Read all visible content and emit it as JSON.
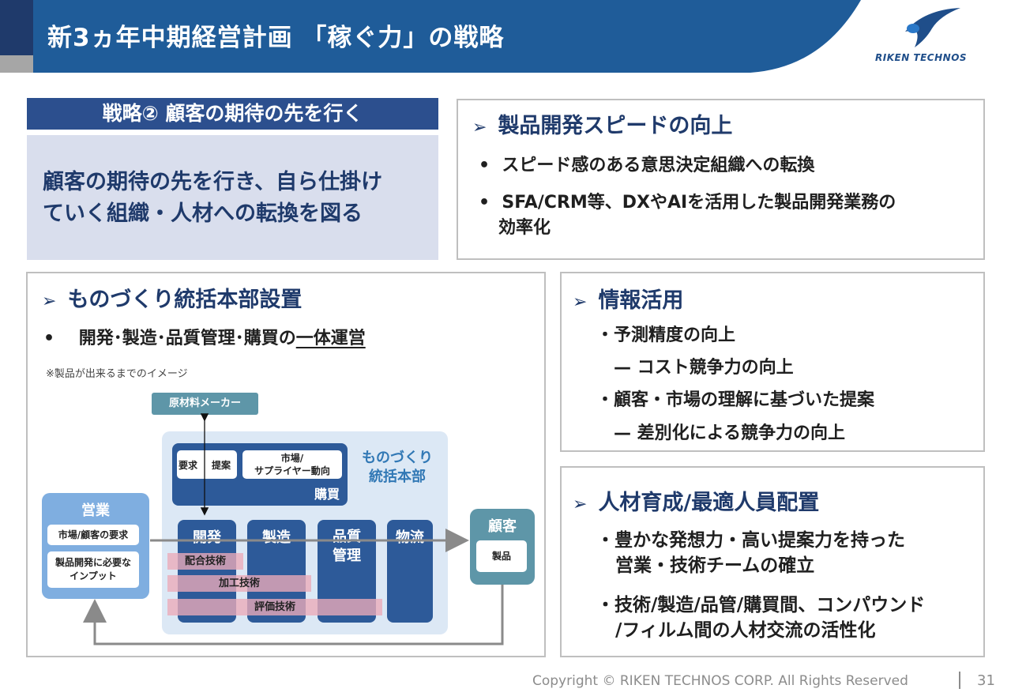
{
  "header": {
    "title": "新3ヵ年中期経営計画 「稼ぐ力」の戦略",
    "logo_text": "RIKEN TECHNOS",
    "logo_icon": "riken-swoosh-icon",
    "colors": {
      "bar": "#1f5c99",
      "strip": "#1f3a6b",
      "strip_gray": "#a6a6a6"
    }
  },
  "strategy": {
    "heading": "戦略② 顧客の期待の先を行く",
    "body_line1": "顧客の期待の先を行き、自ら仕掛け",
    "body_line2": "ていく組織・人材への転換を図る"
  },
  "speed": {
    "title": "製品開発スピードの向上",
    "bullet1": "スピード感のある意思決定組織への転換",
    "bullet2_line1": "SFA/CRM等、DXやAIを活用した製品開発業務の",
    "bullet2_line2": "効率化"
  },
  "mono": {
    "title": "ものづくり統括本部設置",
    "bullet_prefix": "開発･製造･品質管理･購買の",
    "bullet_underlined": "一体運営",
    "note": "※製品が出来るまでのイメージ"
  },
  "diagram": {
    "maker": "原材料メーカー",
    "hq_line1": "ものづくり",
    "hq_line2": "統括本部",
    "req": "要求",
    "prop": "提案",
    "market_line1": "市場/",
    "market_line2": "サプライヤー動向",
    "purchase": "購買",
    "sales": "営業",
    "sales_need": "市場/顧客の要求",
    "sales_input_line1": "製品開発に必要な",
    "sales_input_line2": "インプット",
    "dev": "開発",
    "mfg": "製造",
    "qc_line1": "品質",
    "qc_line2": "管理",
    "logi": "物流",
    "tech1": "配合技術",
    "tech2": "加工技術",
    "tech3": "評価技術",
    "customer": "顧客",
    "product": "製品"
  },
  "info": {
    "title": "情報活用",
    "b1": "・予測精度の向上",
    "b1_sub": "— コスト競争力の向上",
    "b2": "・顧客・市場の理解に基づいた提案",
    "b2_sub": "— 差別化による競争力の向上"
  },
  "hr": {
    "title": "人材育成/最適人員配置",
    "b1_line1": "・豊かな発想力・高い提案力を持った",
    "b1_line2": "営業・技術チームの確立",
    "b2_line1": "・技術/製造/品管/購買間、コンパウンド",
    "b2_line2": "/フィルム間の人材交流の活性化"
  },
  "footer": {
    "copyright": "Copyright © RIKEN TECHNOS CORP. All Rights Reserved",
    "page": "31"
  }
}
